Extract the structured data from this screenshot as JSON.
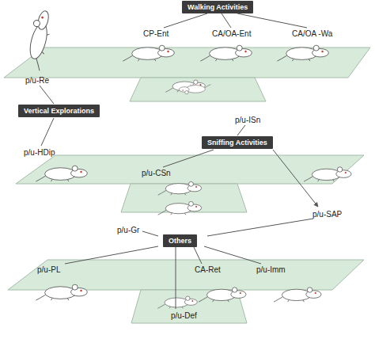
{
  "diagram": {
    "nodes": [
      {
        "text": [
          "Walking Activities"
        ]
      },
      {
        "text": [
          "Vertical Explorations"
        ]
      },
      {
        "text": [
          "Sniffing Activities"
        ]
      },
      {
        "text": [
          "Others"
        ]
      }
    ],
    "labels": [
      "CP-Ent",
      "CA/OA-Ent",
      "CA/OA -Wa",
      "p/u-Re",
      "p/u-ISn",
      "p/u-HDip",
      "p/u-CSn",
      "p/u-Gr",
      "p/u-SAP",
      "p/u-PL",
      "CA-Ret",
      "p/u-Imm",
      "p/u-Def"
    ]
  }
}
